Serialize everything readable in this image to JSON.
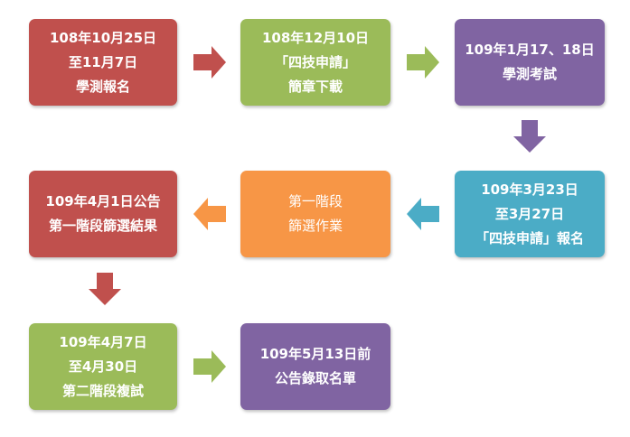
{
  "steps": [
    {
      "id": "step1",
      "lines": [
        "108年10月25日",
        "至11月7日",
        "學測報名"
      ],
      "color": "#c0504d"
    },
    {
      "id": "step2",
      "lines": [
        "108年12月10日",
        "「四技申請」",
        "簡章下載"
      ],
      "color": "#9bbb59"
    },
    {
      "id": "step3",
      "lines": [
        "109年1月17、18日",
        "學測考試"
      ],
      "color": "#8064a2"
    },
    {
      "id": "step4",
      "lines": [
        "109年3月23日",
        "至3月27日",
        "「四技申請」報名"
      ],
      "color": "#4bacc6"
    },
    {
      "id": "step5",
      "lines": [
        "第一階段",
        "篩選作業"
      ],
      "color": "#f79646"
    },
    {
      "id": "step6",
      "lines": [
        "109年4月1日公告",
        "第一階段篩選結果"
      ],
      "color": "#c0504d"
    },
    {
      "id": "step7",
      "lines": [
        "109年4月7日",
        "至4月30日",
        "第二階段複試"
      ],
      "color": "#9bbb59"
    },
    {
      "id": "step8",
      "lines": [
        "109年5月13日前",
        "公告錄取名單"
      ],
      "color": "#8064a2"
    }
  ],
  "arrows": [
    {
      "id": "arrow-1-2",
      "direction": "right",
      "color": "#c0504d"
    },
    {
      "id": "arrow-2-3",
      "direction": "right",
      "color": "#9bbb59"
    },
    {
      "id": "arrow-3-4",
      "direction": "down",
      "color": "#8064a2"
    },
    {
      "id": "arrow-4-5",
      "direction": "left",
      "color": "#4bacc6"
    },
    {
      "id": "arrow-5-6",
      "direction": "left",
      "color": "#f79646"
    },
    {
      "id": "arrow-6-7",
      "direction": "down",
      "color": "#c0504d"
    },
    {
      "id": "arrow-7-8",
      "direction": "right",
      "color": "#9bbb59"
    }
  ]
}
